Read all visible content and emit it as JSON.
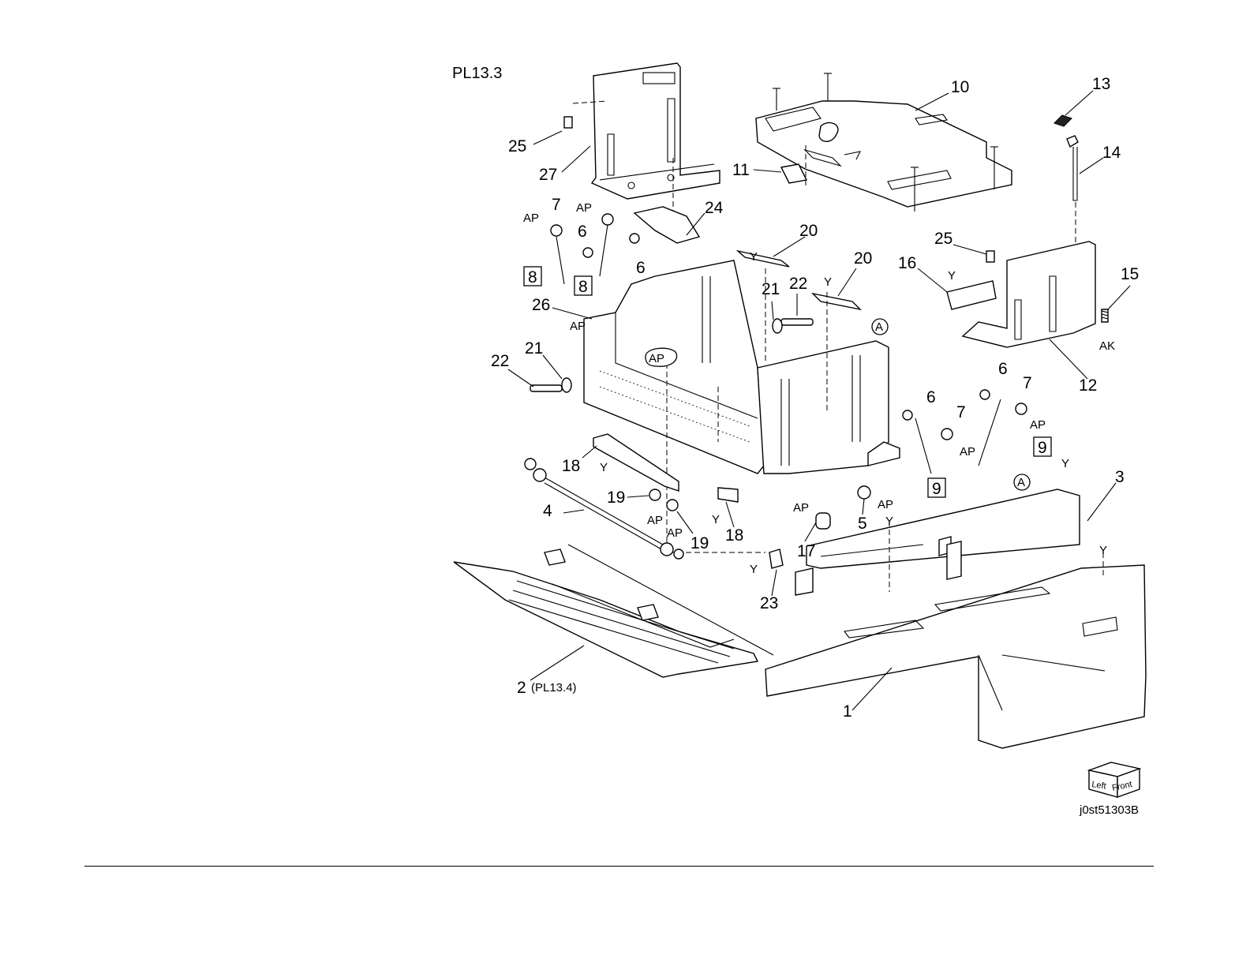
{
  "title": "PL13.3",
  "image_code": "j0st51303B",
  "orientation_cube": {
    "left": "Left",
    "front": "Front"
  },
  "callouts": {
    "c1": "1",
    "c2": "2",
    "c2_ref": "(PL13.4)",
    "c3": "3",
    "c4": "4",
    "c5": "5",
    "c6a": "6",
    "c6b": "6",
    "c6c": "6",
    "c6d": "6",
    "c7a": "7",
    "c7b": "7",
    "c7c": "7",
    "c8a": "8",
    "c8b": "8",
    "c9a": "9",
    "c9b": "9",
    "c10": "10",
    "c11": "11",
    "c12": "12",
    "c13": "13",
    "c14": "14",
    "c15": "15",
    "c16": "16",
    "c17": "17",
    "c18a": "18",
    "c18b": "18",
    "c19a": "19",
    "c19b": "19",
    "c20a": "20",
    "c20b": "20",
    "c21a": "21",
    "c21b": "21",
    "c22a": "22",
    "c22b": "22",
    "c23": "23",
    "c24": "24",
    "c25a": "25",
    "c25b": "25",
    "c26": "26",
    "c27": "27"
  },
  "marks": {
    "ap": "AP",
    "ak": "AK",
    "y": "Y",
    "a": "A"
  }
}
